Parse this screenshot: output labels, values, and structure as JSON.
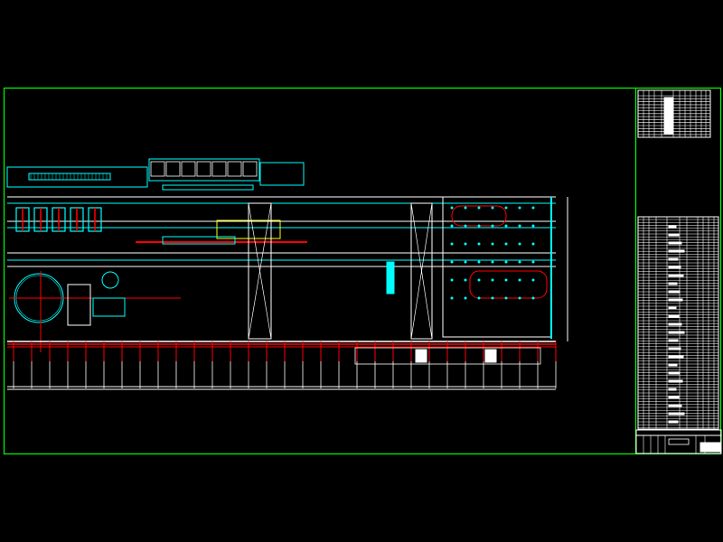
{
  "canvas": {
    "background": "#000000"
  },
  "colors": {
    "frame": "#00ff00",
    "structure": "#00ffff",
    "lines": "#ffffff",
    "axes": "#ff0000",
    "highlight": "#ffff00",
    "gray": "#c0c0c0"
  },
  "drawing": {
    "type": "CAD plant layout drawing",
    "panels": [
      "main-plan",
      "parts-table-top",
      "parts-table-right",
      "title-block"
    ]
  }
}
